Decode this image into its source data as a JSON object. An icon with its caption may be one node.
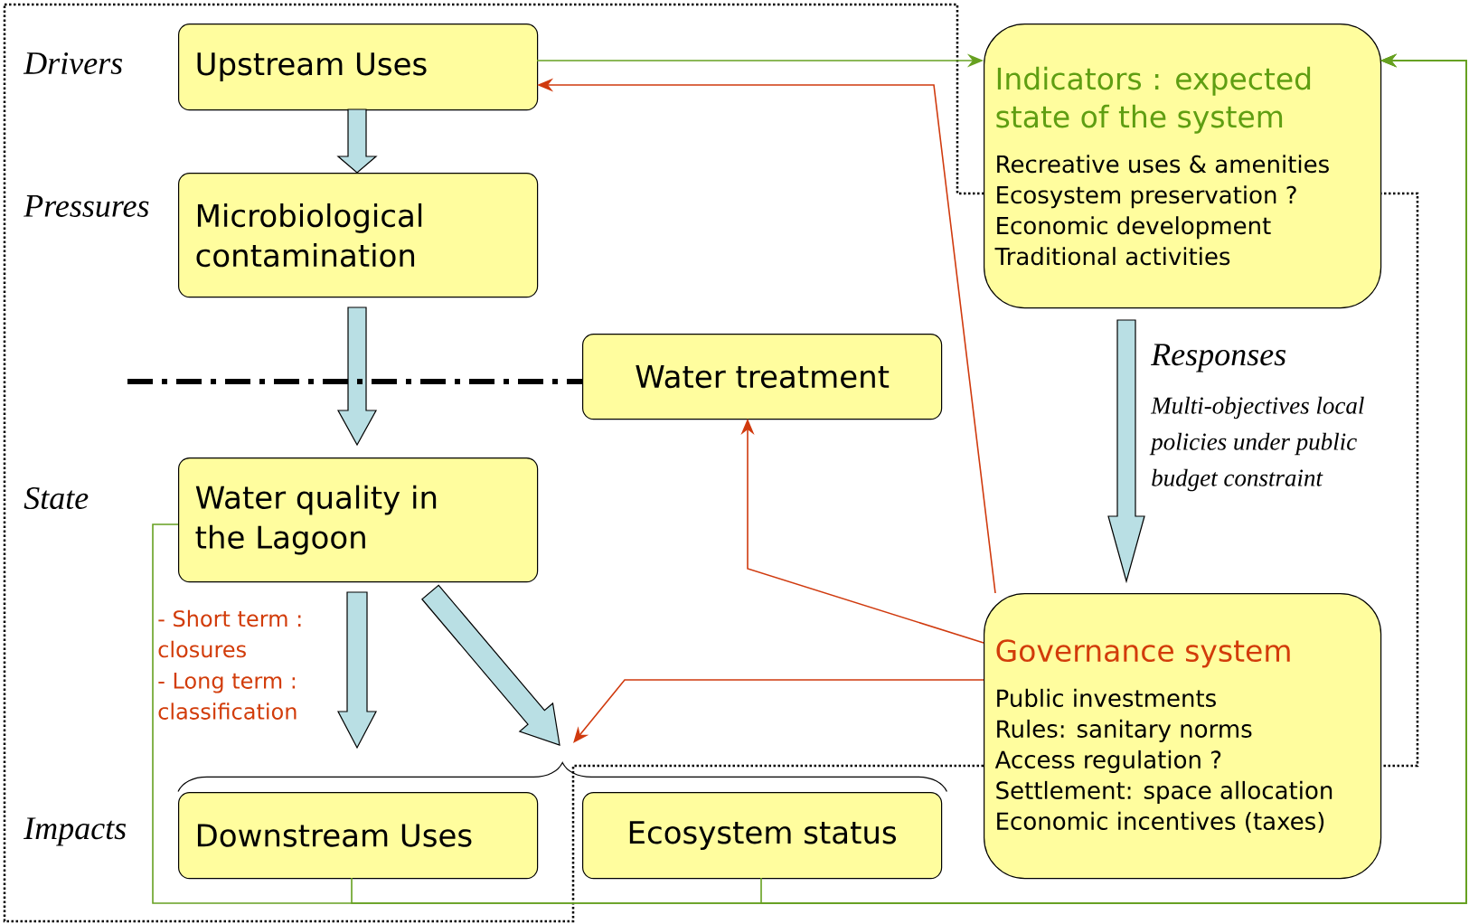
{
  "diagram": {
    "nodes": [
      {
        "text": [
          "Upstream Uses"
        ]
      },
      {
        "text": [
          "Microbiological contamination"
        ]
      },
      {
        "text": [
          "Water treatment"
        ]
      },
      {
        "text": [
          "Water quality in the Lagoon"
        ]
      },
      {
        "text": [
          "Downstream Uses"
        ]
      },
      {
        "text": [
          "Ecosystem status"
        ]
      },
      {
        "text": [
          "Indicators : expected state of the system",
          "Recreative uses & amenities",
          "Ecosystem preservation ?",
          "Economic development",
          "Traditional activities"
        ]
      },
      {
        "text": [
          "Governance system",
          "Public investments",
          "Rules: sanitary norms",
          "Access regulation ?",
          "Settlement: space allocation",
          "Economic incentives (taxes)"
        ]
      },
      {
        "text": [],
        "shape": "brace"
      }
    ],
    "edges": [
      {
        "from": 0,
        "to": 1,
        "arrow": "to",
        "style": "thick",
        "color": "#b9dfe4"
      },
      {
        "from": 1,
        "to": 3,
        "arrow": "to",
        "style": "thick",
        "color": "#b9dfe4"
      },
      {
        "from": 3,
        "to": 8,
        "arrow": "to",
        "style": "thick",
        "color": "#b9dfe4"
      },
      {
        "from": 3,
        "to": 8,
        "arrow": "to",
        "style": "thick",
        "color": "#b9dfe4"
      },
      {
        "from": 6,
        "to": 7,
        "arrow": "to",
        "style": "thick",
        "color": "#b9dfe4"
      },
      {
        "from": 0,
        "to": 6,
        "arrow": "to",
        "color": "#66a020"
      },
      {
        "from": 7,
        "to": 0,
        "arrow": "to",
        "color": "#d03a0e"
      },
      {
        "from": 7,
        "to": 2,
        "arrow": "to",
        "color": "#d03a0e"
      },
      {
        "from": 7,
        "to": 8,
        "arrow": "to",
        "color": "#d03a0e"
      },
      {
        "from": 3,
        "to": 6,
        "arrow": "to",
        "color": "#66a020"
      },
      {
        "from": 4,
        "to": 6,
        "arrow": "to",
        "color": "#66a020"
      },
      {
        "from": 5,
        "to": 6,
        "arrow": "to",
        "color": "#66a020"
      },
      {
        "from": null,
        "to": 2,
        "arrow": "none",
        "style": "dashed",
        "color": "#000000"
      }
    ],
    "labels": [
      "Drivers",
      "Pressures",
      "State",
      "Impacts",
      "Responses",
      "Multi-objectives local policies under public budget constraint",
      "- Short term : closures",
      "- Long term : classification"
    ]
  }
}
